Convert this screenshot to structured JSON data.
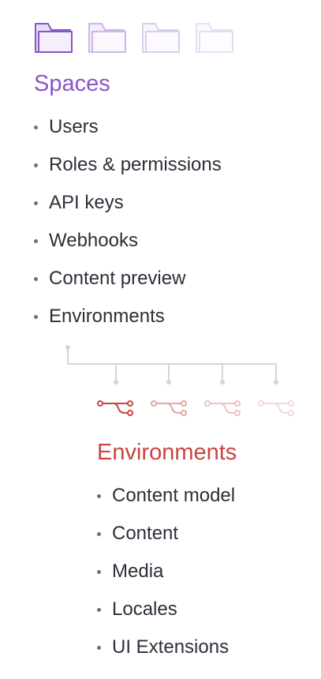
{
  "spaces": {
    "title": "Spaces",
    "icon": "folder-icon",
    "accent_color": "#8a55c9",
    "items": [
      {
        "label": "Users"
      },
      {
        "label": "Roles & permissions"
      },
      {
        "label": "API keys"
      },
      {
        "label": "Webhooks"
      },
      {
        "label": "Content preview"
      },
      {
        "label": "Environments"
      }
    ]
  },
  "environments": {
    "title": "Environments",
    "icon": "branch-icon",
    "accent_color": "#c84640",
    "items": [
      {
        "label": "Content model"
      },
      {
        "label": "Content"
      },
      {
        "label": "Media"
      },
      {
        "label": "Locales"
      },
      {
        "label": "UI Extensions"
      }
    ]
  },
  "tree_color": "#cfd6dd",
  "bullet_color": "#6b717a",
  "text_color": "#2a3039"
}
